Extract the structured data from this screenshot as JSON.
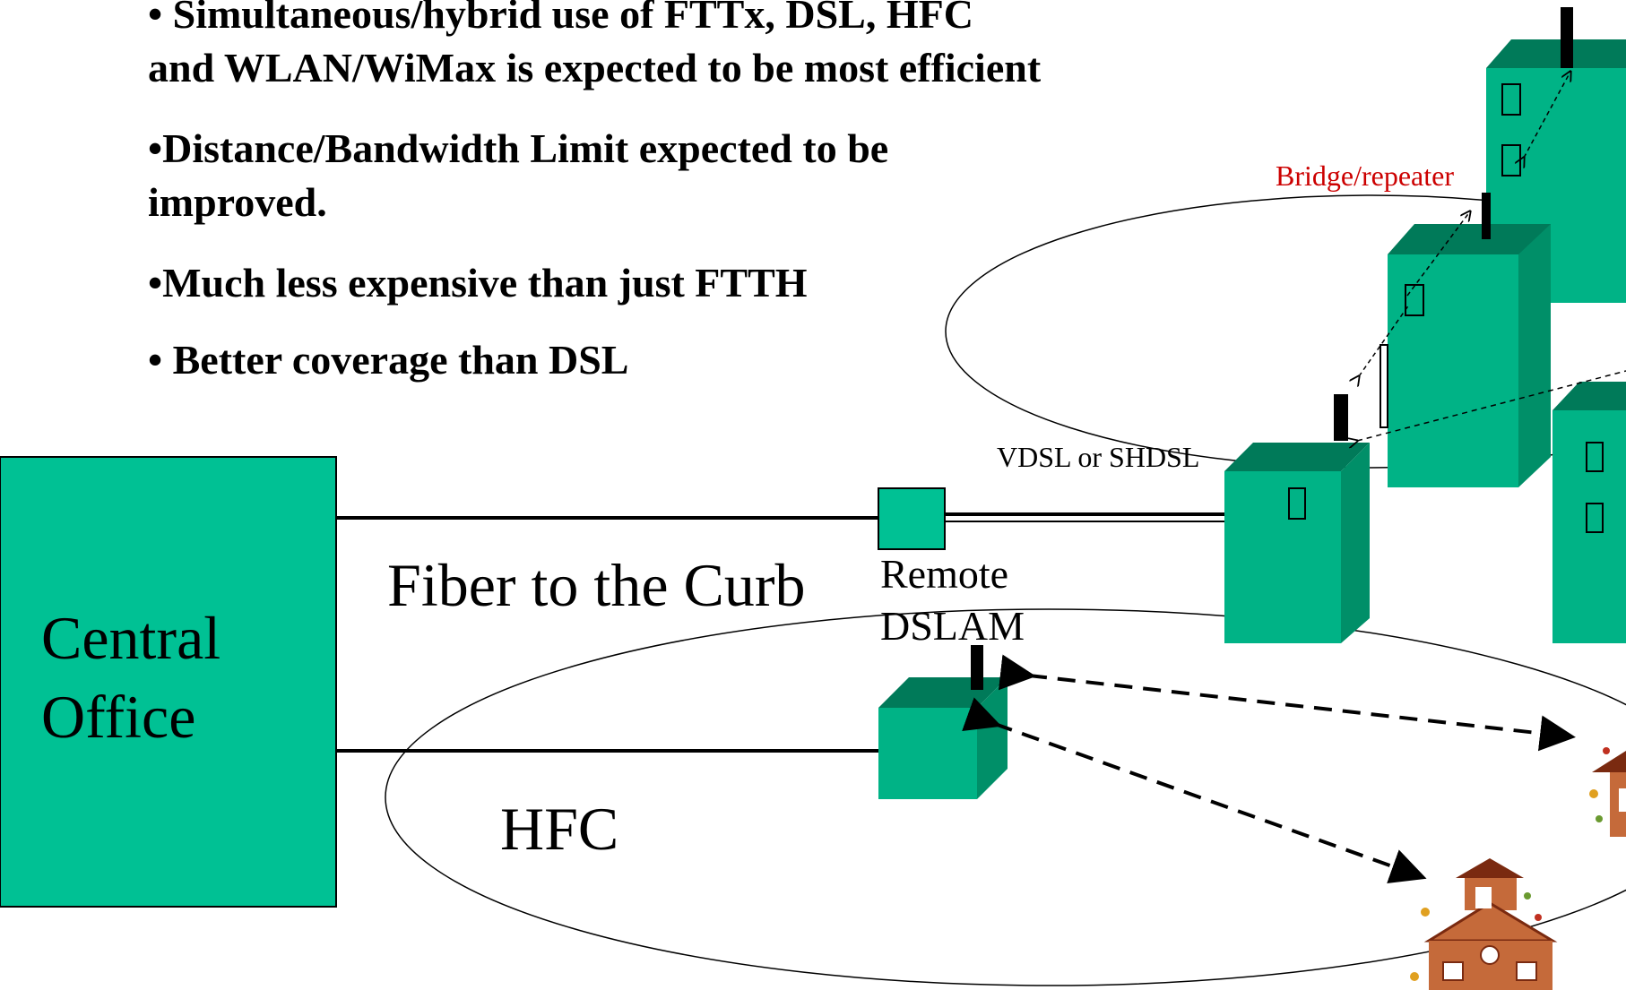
{
  "bullets": [
    "•  Simultaneous/hybrid use of FTTx, DSL, HFC and WLAN/WiMax is expected to be most efficient",
    "•Distance/Bandwidth Limit expected to be improved.",
    "•Much less expensive than just FTTH",
    "• Better coverage than DSL"
  ],
  "labels": {
    "central_office": "Central Office",
    "fiber_to_curb": "Fiber to the Curb",
    "remote_dslam": "Remote DSLAM",
    "hfc": "HFC",
    "vdsl": "VDSL or SHDSL",
    "bridge": "Bridge/repeater"
  },
  "colors": {
    "building_front": "#00b386",
    "building_side": "#008f68",
    "building_top": "#007a59",
    "central_office": "#00c194",
    "school": "#c56a3a",
    "bridge_label": "#cc0000"
  }
}
